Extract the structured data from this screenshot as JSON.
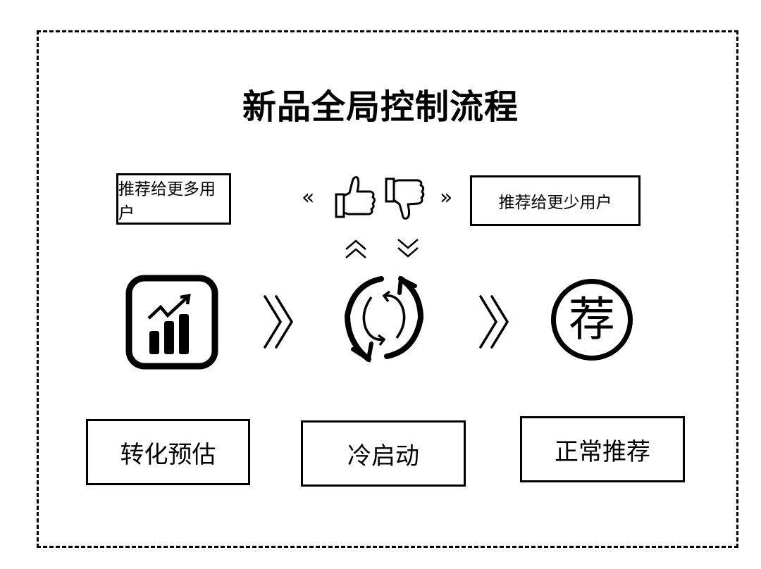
{
  "diagram": {
    "title": "新品全局控制流程",
    "feedback": {
      "left_label": "推荐给更多用户",
      "right_label": "推荐给更少用户",
      "left_arrow": "«",
      "right_arrow": "»",
      "icons": [
        "thumbs-up-icon",
        "thumbs-down-icon",
        "double-chevron-up-icon",
        "double-chevron-down-icon"
      ]
    },
    "stages": [
      {
        "label": "转化预估",
        "icon": "growth-chart-icon"
      },
      {
        "label": "冷启动",
        "icon": "refresh-cycle-icon"
      },
      {
        "label": "正常推荐",
        "icon": "recommend-badge-icon",
        "icon_char": "荐"
      }
    ],
    "colors": {
      "stroke": "#000000",
      "background": "#ffffff"
    }
  }
}
